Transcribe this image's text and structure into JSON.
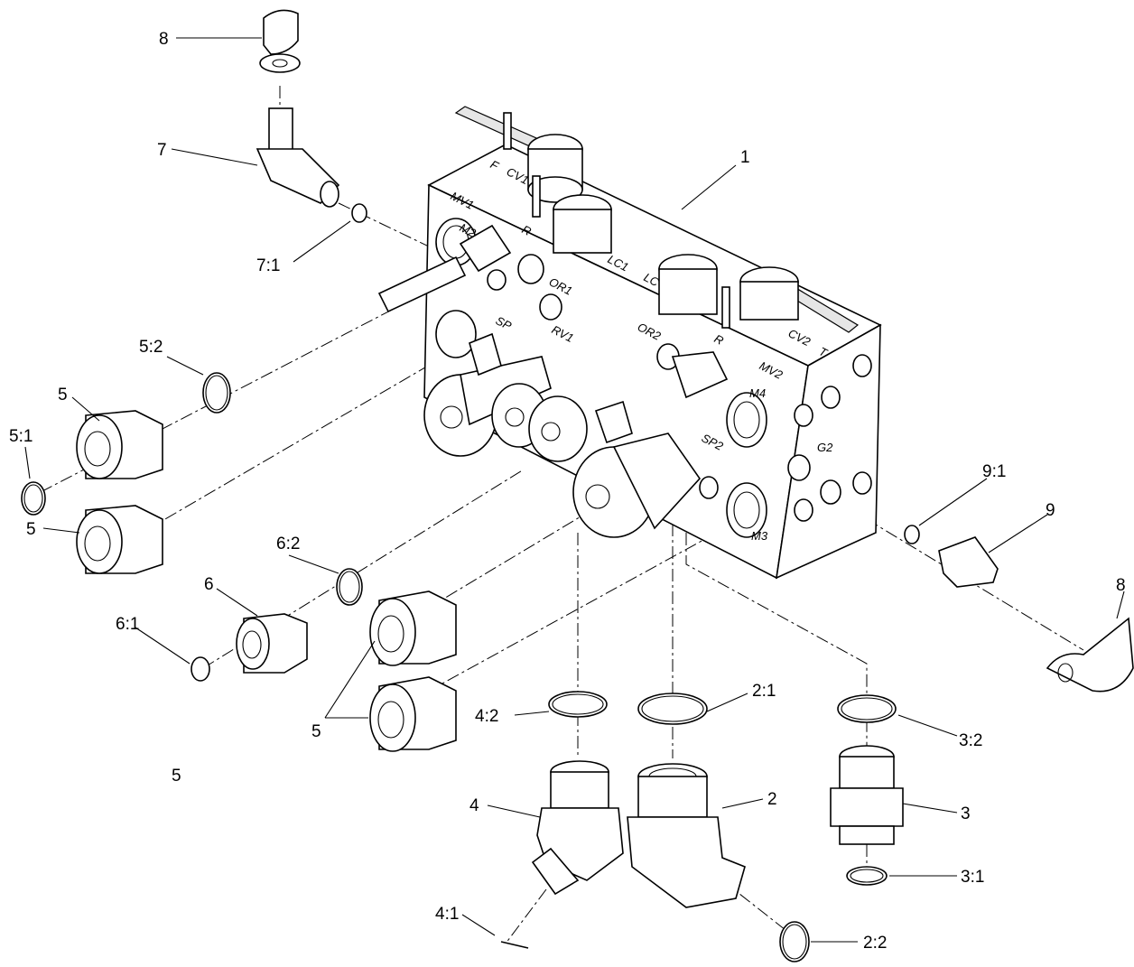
{
  "callouts": {
    "c1": "1",
    "c2": "2",
    "c2_1": "2:1",
    "c2_2": "2:2",
    "c3": "3",
    "c3_1": "3:1",
    "c3_2": "3:2",
    "c4": "4",
    "c4_1": "4:1",
    "c4_2": "4:2",
    "c5a": "5",
    "c5b": "5",
    "c5c": "5",
    "c5d": "5",
    "c5_1": "5:1",
    "c5_2": "5:2",
    "c6": "6",
    "c6_1": "6:1",
    "c6_2": "6:2",
    "c7": "7",
    "c7_1": "7:1",
    "c8a": "8",
    "c8b": "8",
    "c9": "9",
    "c9_1": "9:1"
  },
  "ports": {
    "mv1": "MV1",
    "m2": "M2",
    "or1": "OR1",
    "rv1": "RV1",
    "sp1": "SP",
    "or2": "OR2",
    "r1": "R",
    "r2": "R",
    "f": "F",
    "cv1": "CV1",
    "lc1": "LC1",
    "lc2": "LC",
    "cv2": "CV2",
    "t": "T",
    "mv2": "MV2",
    "m4": "M4",
    "g2": "G2",
    "sp2": "SP2",
    "m3": "M3"
  }
}
